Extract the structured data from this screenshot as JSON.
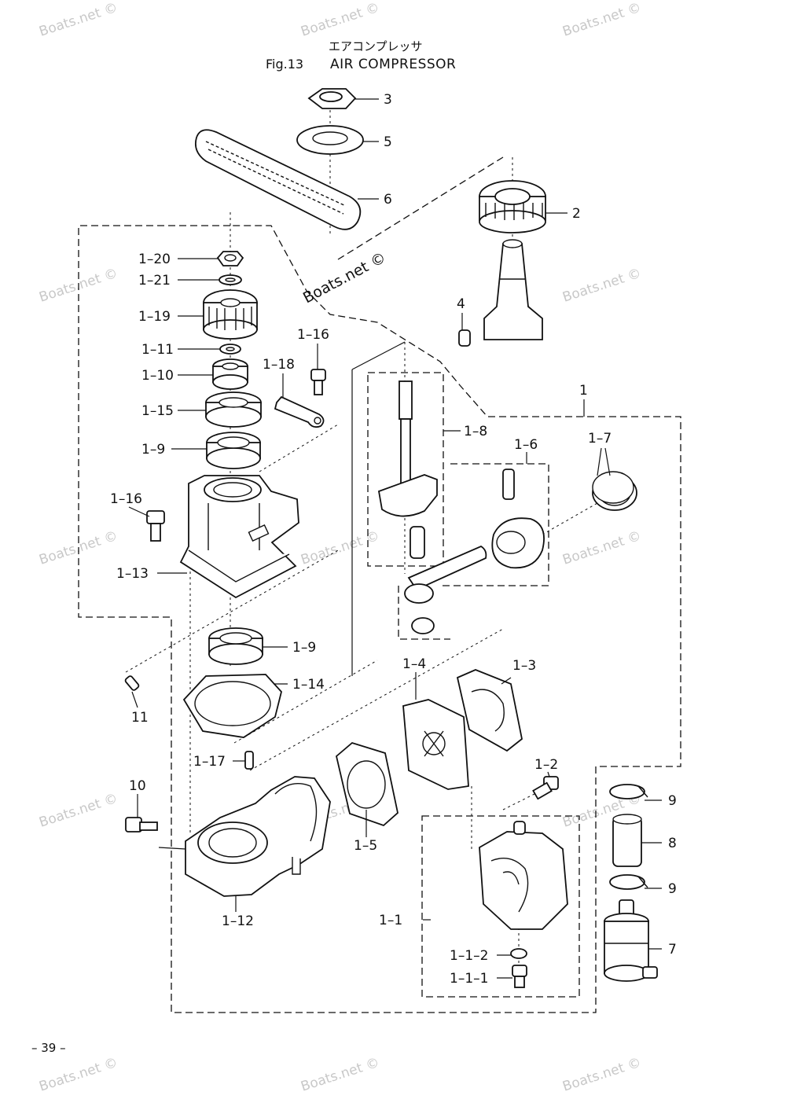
{
  "header": {
    "title_jp": "エアコンプレッサ",
    "fig_number": "Fig.13",
    "title_en": "AIR COMPRESSOR"
  },
  "footer": {
    "page_number": "– 39 –"
  },
  "watermark": {
    "text": "Boats.net ©",
    "center_text": "Boats.net ©"
  },
  "callouts": {
    "p3": "3",
    "p5": "5",
    "p6": "6",
    "p2": "2",
    "p4": "4",
    "p1": "1",
    "p1_20": "1–20",
    "p1_21": "1–21",
    "p1_19": "1–19",
    "p1_11": "1–11",
    "p1_10": "1–10",
    "p1_15": "1–15",
    "p1_9a": "1–9",
    "p1_16a": "1–16",
    "p1_18": "1–18",
    "p1_16b": "1–16",
    "p1_13": "1–13",
    "p1_8": "1–8",
    "p1_6": "1–6",
    "p1_7": "1–7",
    "p1_9b": "1–9",
    "p1_14": "1–14",
    "p11": "11",
    "p1_4": "1–4",
    "p1_3": "1–3",
    "p1_17": "1–17",
    "p10": "10",
    "p1_2": "1–2",
    "p9a": "9",
    "p8": "8",
    "p9b": "9",
    "p1_5": "1–5",
    "p1_12": "1–12",
    "p1_1": "1–1",
    "p7": "7",
    "p1_1_2": "1–1–2",
    "p1_1_1": "1–1–1"
  },
  "colors": {
    "ink": "#111111",
    "watermark": "#c8c8c8",
    "paper": "#ffffff"
  }
}
